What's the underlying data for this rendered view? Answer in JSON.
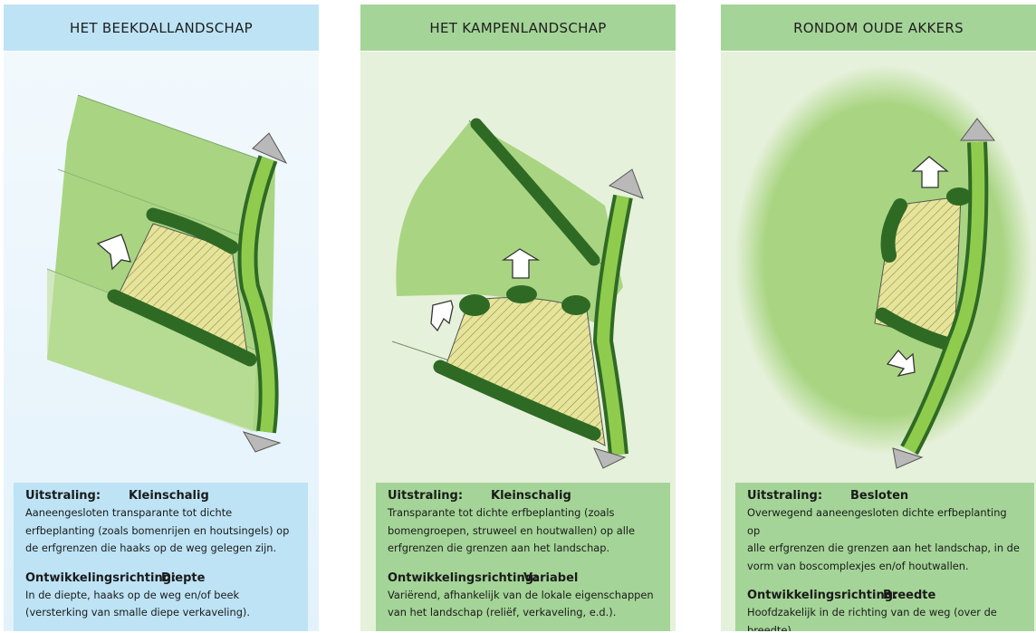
{
  "panels": [
    {
      "title": "HET BEEKDALLANDSCHAP",
      "uitstraling_label": "Uitstraling:",
      "uitstraling_value": "Kleinschalig",
      "uitstraling_text": [
        "Aaneengesloten transparante tot dichte",
        "erfbeplanting (zoals bomenrijen en houtsingels) op",
        "de erfgrenzen die haaks op de weg gelegen zijn."
      ],
      "richting_label": "Ontwikkelingsrichting:",
      "richting_value": "Diepte",
      "richting_text": [
        "In de diepte, haaks op de weg en/of beek",
        "(versterking van smalle diepe verkaveling)."
      ]
    },
    {
      "title": "HET KAMPENLANDSCHAP",
      "uitstraling_label": "Uitstraling:",
      "uitstraling_value": "Kleinschalig",
      "uitstraling_text": [
        "Transparante tot dichte erfbeplanting (zoals",
        "bomengroepen, struweel en houtwallen) op alle",
        "erfgrenzen die grenzen aan het landschap."
      ],
      "richting_label": "Ontwikkelingsrichting:",
      "richting_value": "Variabel",
      "richting_text": [
        "Variërend, afhankelijk van de lokale eigenschappen",
        "van het landschap (reliëf, verkaveling, e.d.)."
      ]
    },
    {
      "title": "RONDOM OUDE AKKERS",
      "uitstraling_label": "Uitstraling:",
      "uitstraling_value": "Besloten",
      "uitstraling_text": [
        "Overwegend aaneengesloten dichte erfbeplanting op",
        "alle erfgrenzen die grenzen aan het landschap, in de",
        "vorm van boscomplexjes en/of houtwallen."
      ],
      "richting_label": "Ontwikkelingsrichting:",
      "richting_value": "Breedte",
      "richting_text": [
        "Hoofdzakelijk in de richting van de weg (over de",
        "breedte)."
      ]
    }
  ],
  "colors": {
    "head_blue": "#bde3f5",
    "head_green": "#a4d497",
    "info_blue": "#bde3f5",
    "info_green": "#a4d497",
    "meadow": "#a9d582",
    "yard": "#e6e49a",
    "hedge": "#2f6a25",
    "road": "#8fcc4d",
    "arrow": "#ffffff"
  }
}
